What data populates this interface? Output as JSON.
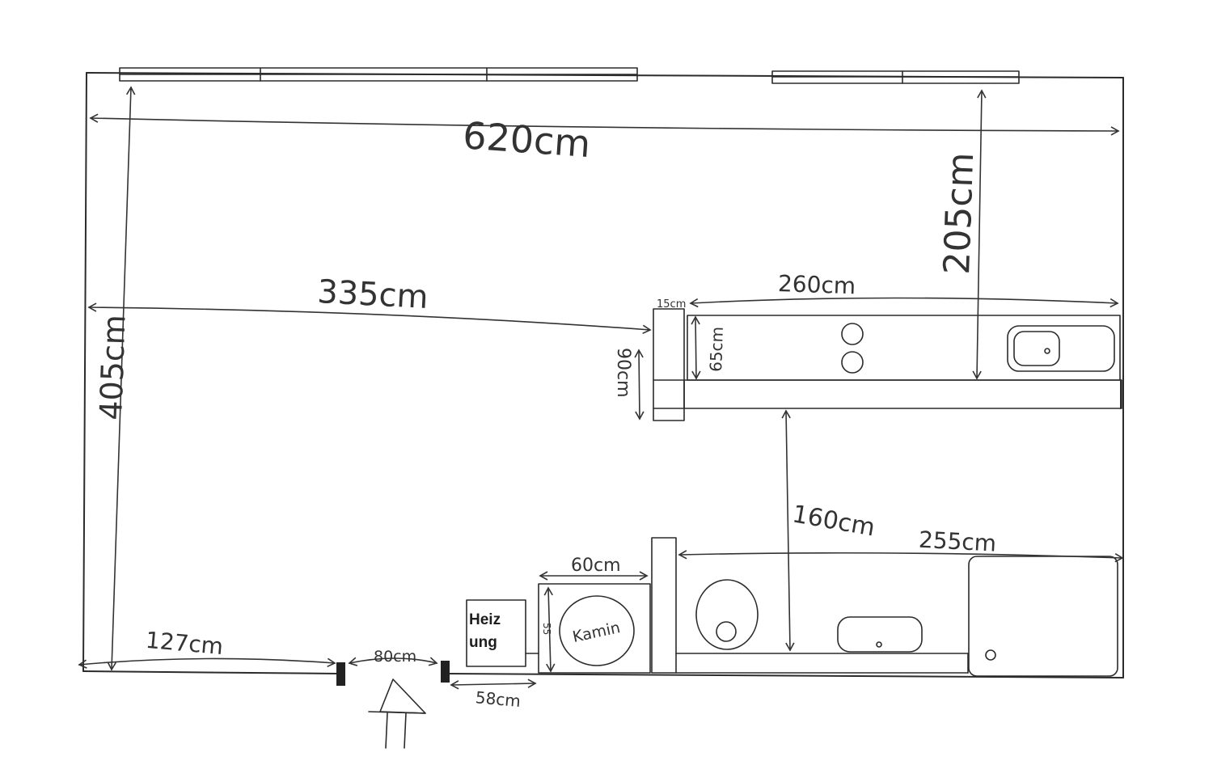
{
  "labels": {
    "heizung_line1": "Heiz",
    "heizung_line2": "ung",
    "kamin": "Kamin"
  },
  "dimensions": {
    "room_width": "620cm",
    "room_depth": "405cm",
    "window_to_counter": "205cm",
    "left_to_island": "335cm",
    "island_length": "260cm",
    "island_end": "15cm",
    "island_end_depth": "90cm",
    "counter_depth": "65cm",
    "aisle": "160cm",
    "back_counter": "255cm",
    "kamin_width": "60cm",
    "kamin_depth": "55",
    "left_to_door": "127cm",
    "door_width": "80cm",
    "door_to_heizung": "58cm"
  },
  "colors": {
    "ink": "#2b2b2b",
    "paper": "#ffffff"
  }
}
